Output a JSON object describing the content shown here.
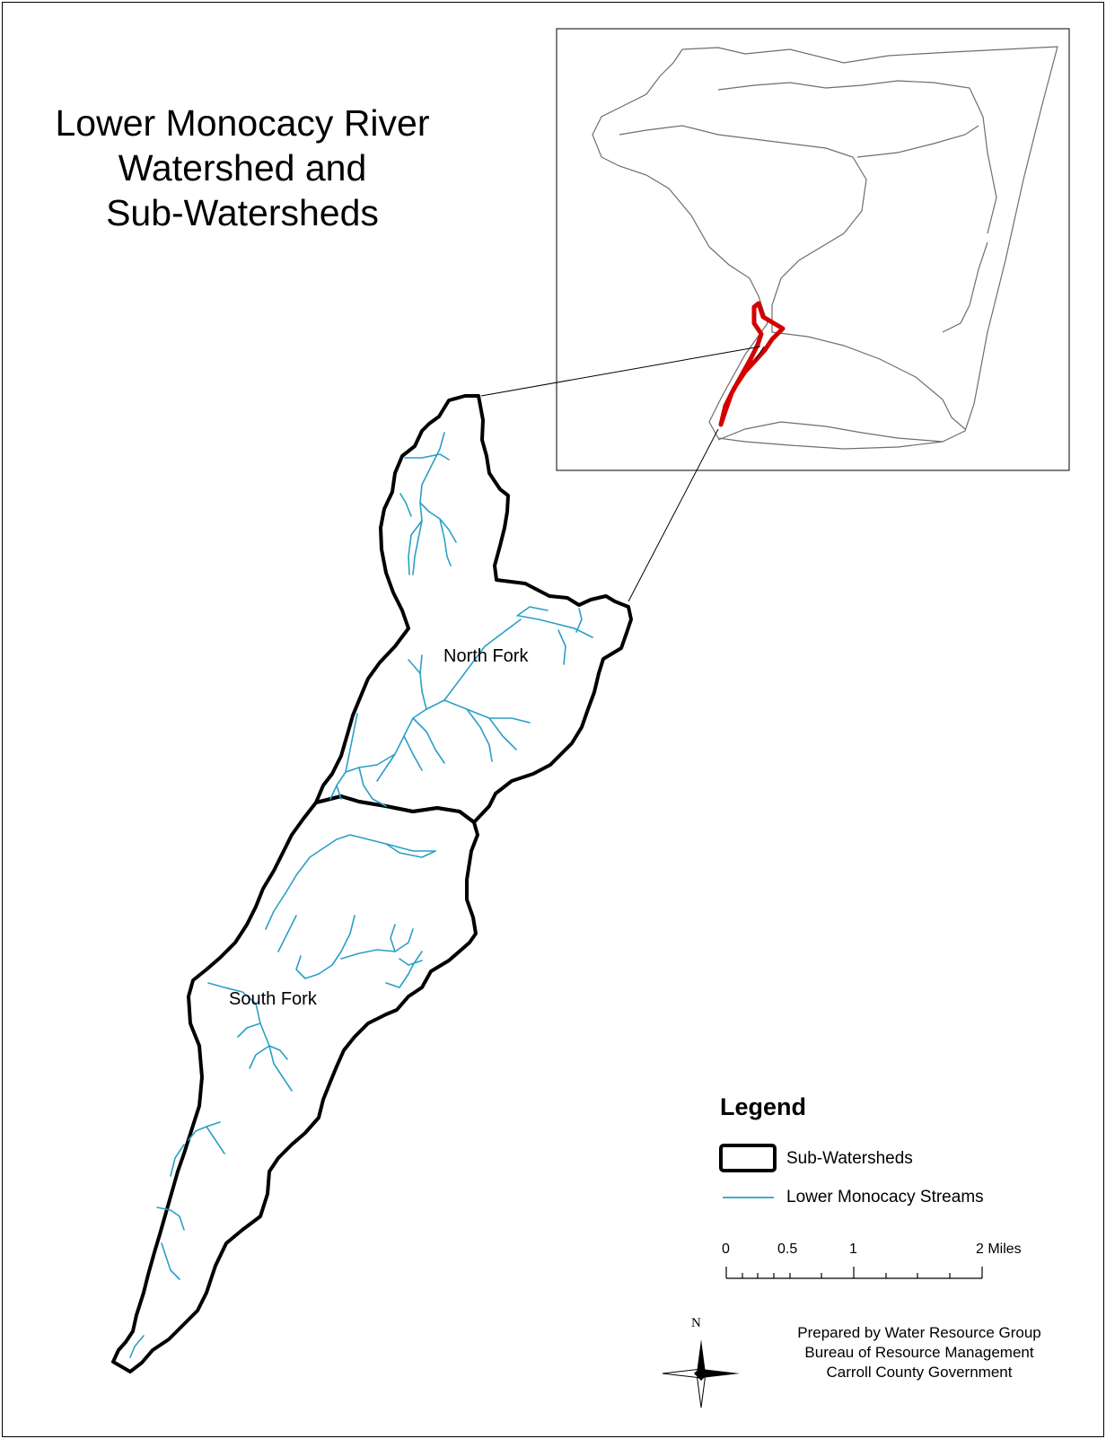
{
  "title": {
    "line1": "Lower Monocacy River",
    "line2": "Watershed and",
    "line3": "Sub-Watersheds"
  },
  "map_labels": {
    "north_fork": "North Fork",
    "south_fork": "South Fork"
  },
  "legend": {
    "title": "Legend",
    "items": [
      {
        "label": "Sub-Watersheds",
        "symbol": "polygon-outline"
      },
      {
        "label": "Lower Monocacy Streams",
        "symbol": "line"
      }
    ]
  },
  "scale_bar": {
    "labels": [
      "0",
      "0.5",
      "1",
      "2 Miles"
    ]
  },
  "north_arrow": {
    "label": "N"
  },
  "credits": {
    "line1": "Prepared by Water Resource Group",
    "line2": "Bureau of Resource Management",
    "line3": "Carroll County Government"
  },
  "colors": {
    "streams": "#2b9fc6",
    "boundary": "#000000",
    "highlight": "#d40000",
    "inset_lines": "#6e6e6e"
  }
}
